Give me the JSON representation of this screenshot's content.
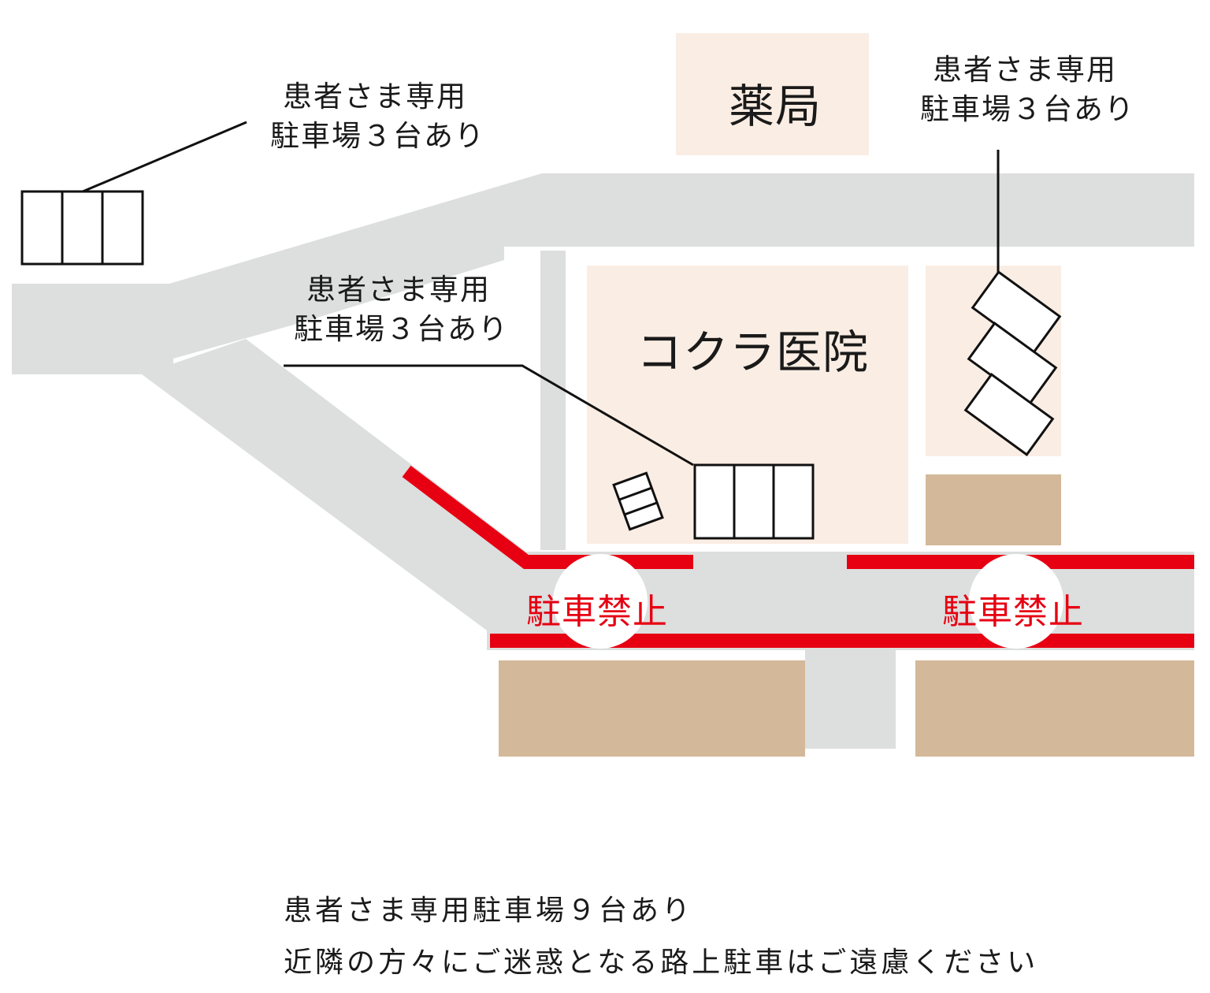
{
  "buildings": {
    "pharmacy": "薬局",
    "clinic": "コクラ医院"
  },
  "parking_lots": [
    {
      "id": "upper-left",
      "line1": "患者さま専用",
      "line2": "駐車場３台あり",
      "spaces": 3
    },
    {
      "id": "center",
      "line1": "患者さま専用",
      "line2": "駐車場３台あり",
      "spaces": 3
    },
    {
      "id": "upper-right",
      "line1": "患者さま専用",
      "line2": "駐車場３台あり",
      "spaces": 3
    }
  ],
  "no_parking": [
    "駐車禁止",
    "駐車禁止"
  ],
  "notes": {
    "total": "患者さま専用駐車場９台あり",
    "request": "近隣の方々にご迷惑となる路上駐車はご遠慮ください"
  },
  "colors": {
    "road": "#dddede",
    "building_light": "#faede3",
    "building_dark": "#d3b899",
    "no_parking_red": "#e60012",
    "line": "#111111"
  }
}
